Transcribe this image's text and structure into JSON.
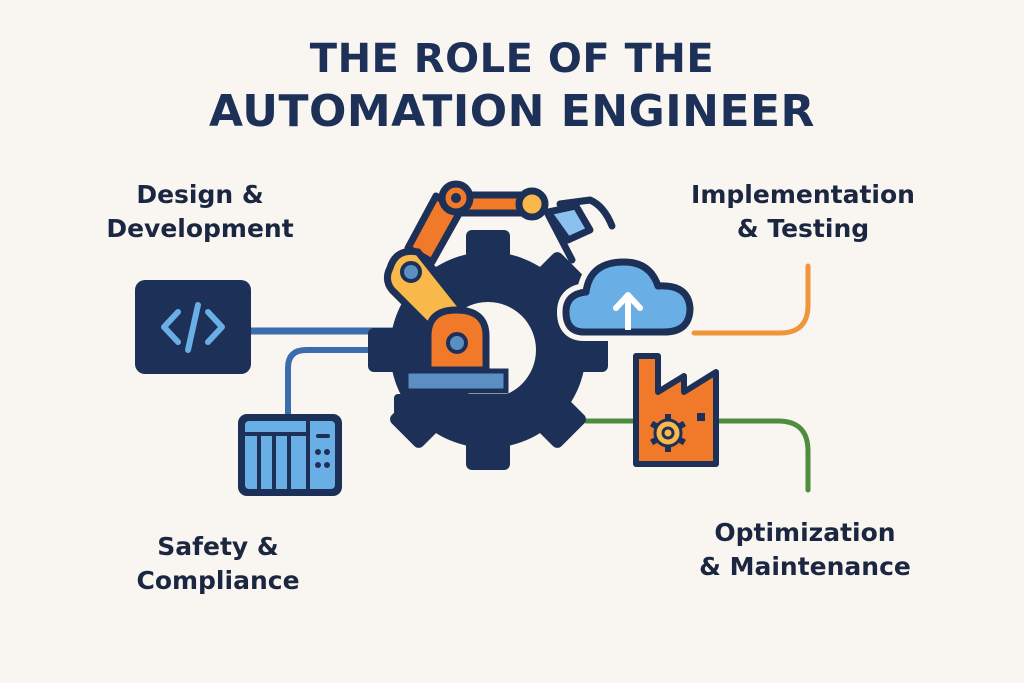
{
  "title": {
    "line1": "THE ROLE OF THE",
    "line2": "AUTOMATION ENGINEER"
  },
  "roles": [
    {
      "id": "design",
      "line1": "Design &",
      "line2": "Development",
      "icon": "code-icon",
      "connector_color": "#3a6cae"
    },
    {
      "id": "implementation",
      "line1": "Implementation",
      "line2": "& Testing",
      "icon": "cloud-upload-icon",
      "connector_color": "#f0963a"
    },
    {
      "id": "safety",
      "line1": "Safety &",
      "line2": "Compliance",
      "icon": "plc-controller-icon",
      "connector_color": "#3a6cae"
    },
    {
      "id": "optimization",
      "line1": "Optimization",
      "line2": "& Maintenance",
      "icon": "factory-gear-icon",
      "connector_color": "#4e8c3e"
    }
  ],
  "center": {
    "icon": "robotic-arm-gear-icon"
  },
  "colors": {
    "background": "#f9f5f1",
    "navy": "#1d3158",
    "orange": "#f07a2a",
    "yellow": "#f8b94a",
    "light_blue": "#6aaee6",
    "steel_blue": "#5b8fc4",
    "green": "#4e8c3e"
  }
}
